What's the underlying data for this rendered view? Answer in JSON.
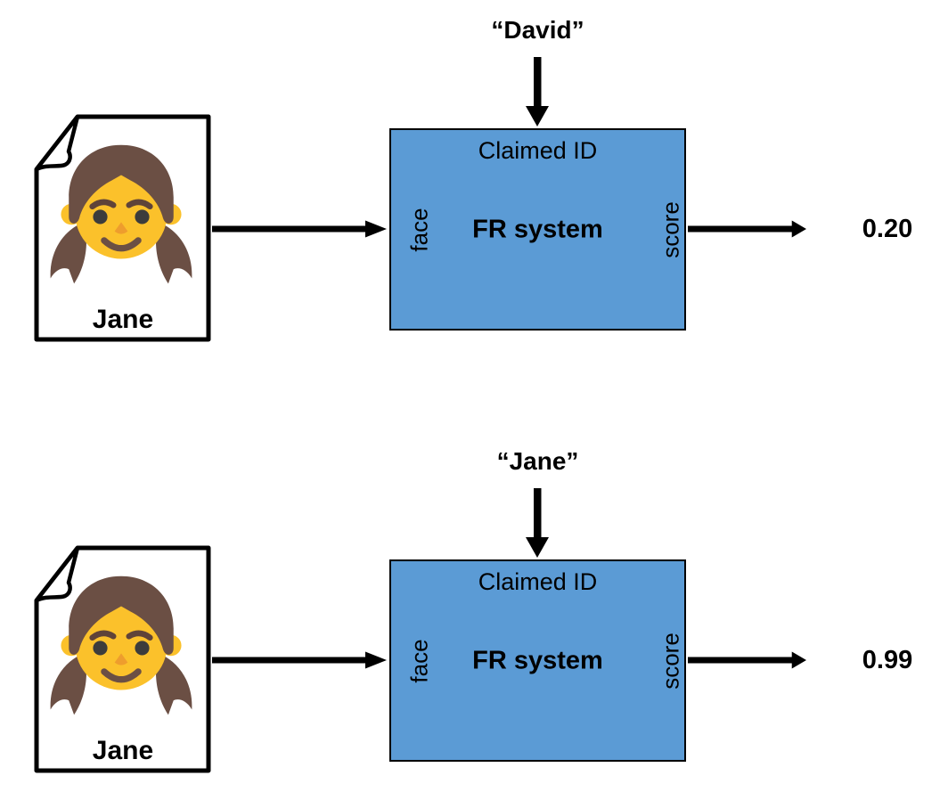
{
  "colors": {
    "box_fill": "#5B9BD5",
    "box_border": "#000000",
    "arrow": "#000000",
    "text": "#000000",
    "background": "#FFFFFF",
    "emoji_hair": "#6B4F44",
    "emoji_skin": "#FBC12B"
  },
  "icons": {
    "input_photo": "girl-emoji-icon",
    "input_container": "photo-document-icon",
    "flow_arrow": "arrow-right-icon",
    "claim_arrow": "arrow-down-icon"
  },
  "flows": [
    {
      "claimed_id": "“David”",
      "photo_label": "Jane",
      "box_top_label": "Claimed ID",
      "box_title": "FR system",
      "input_port": "face",
      "output_port": "score",
      "score": "0.20"
    },
    {
      "claimed_id": "“Jane”",
      "photo_label": "Jane",
      "box_top_label": "Claimed ID",
      "box_title": "FR system",
      "input_port": "face",
      "output_port": "score",
      "score": "0.99"
    }
  ]
}
